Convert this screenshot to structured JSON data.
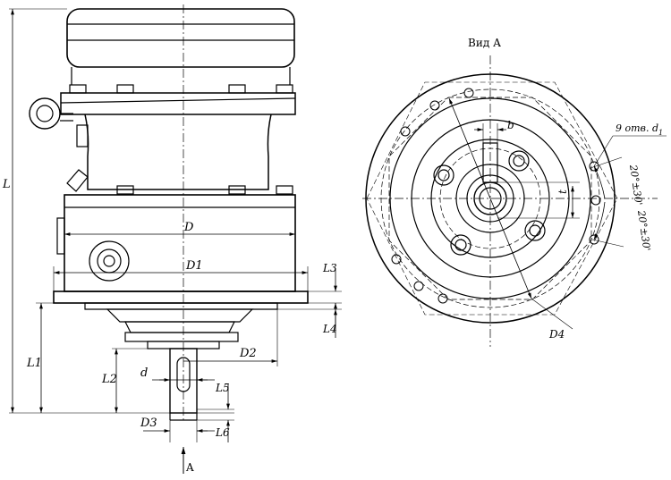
{
  "side_view": {
    "dims": {
      "L": "L",
      "L1": "L1",
      "L2": "L2",
      "L3": "L3",
      "L4": "L4",
      "L5": "L5",
      "L6": "L6",
      "D": "D",
      "D1": "D1",
      "D2": "D2",
      "D3": "D3",
      "d": "d"
    },
    "arrow_label": "A"
  },
  "front_view": {
    "title": "Вид А",
    "holes_note": "9 отв. d",
    "holes_note_sub": "1",
    "b": "b",
    "t": "t",
    "D4": "D4",
    "angle_1": "20°±30'",
    "angle_2": "20°±30'"
  }
}
